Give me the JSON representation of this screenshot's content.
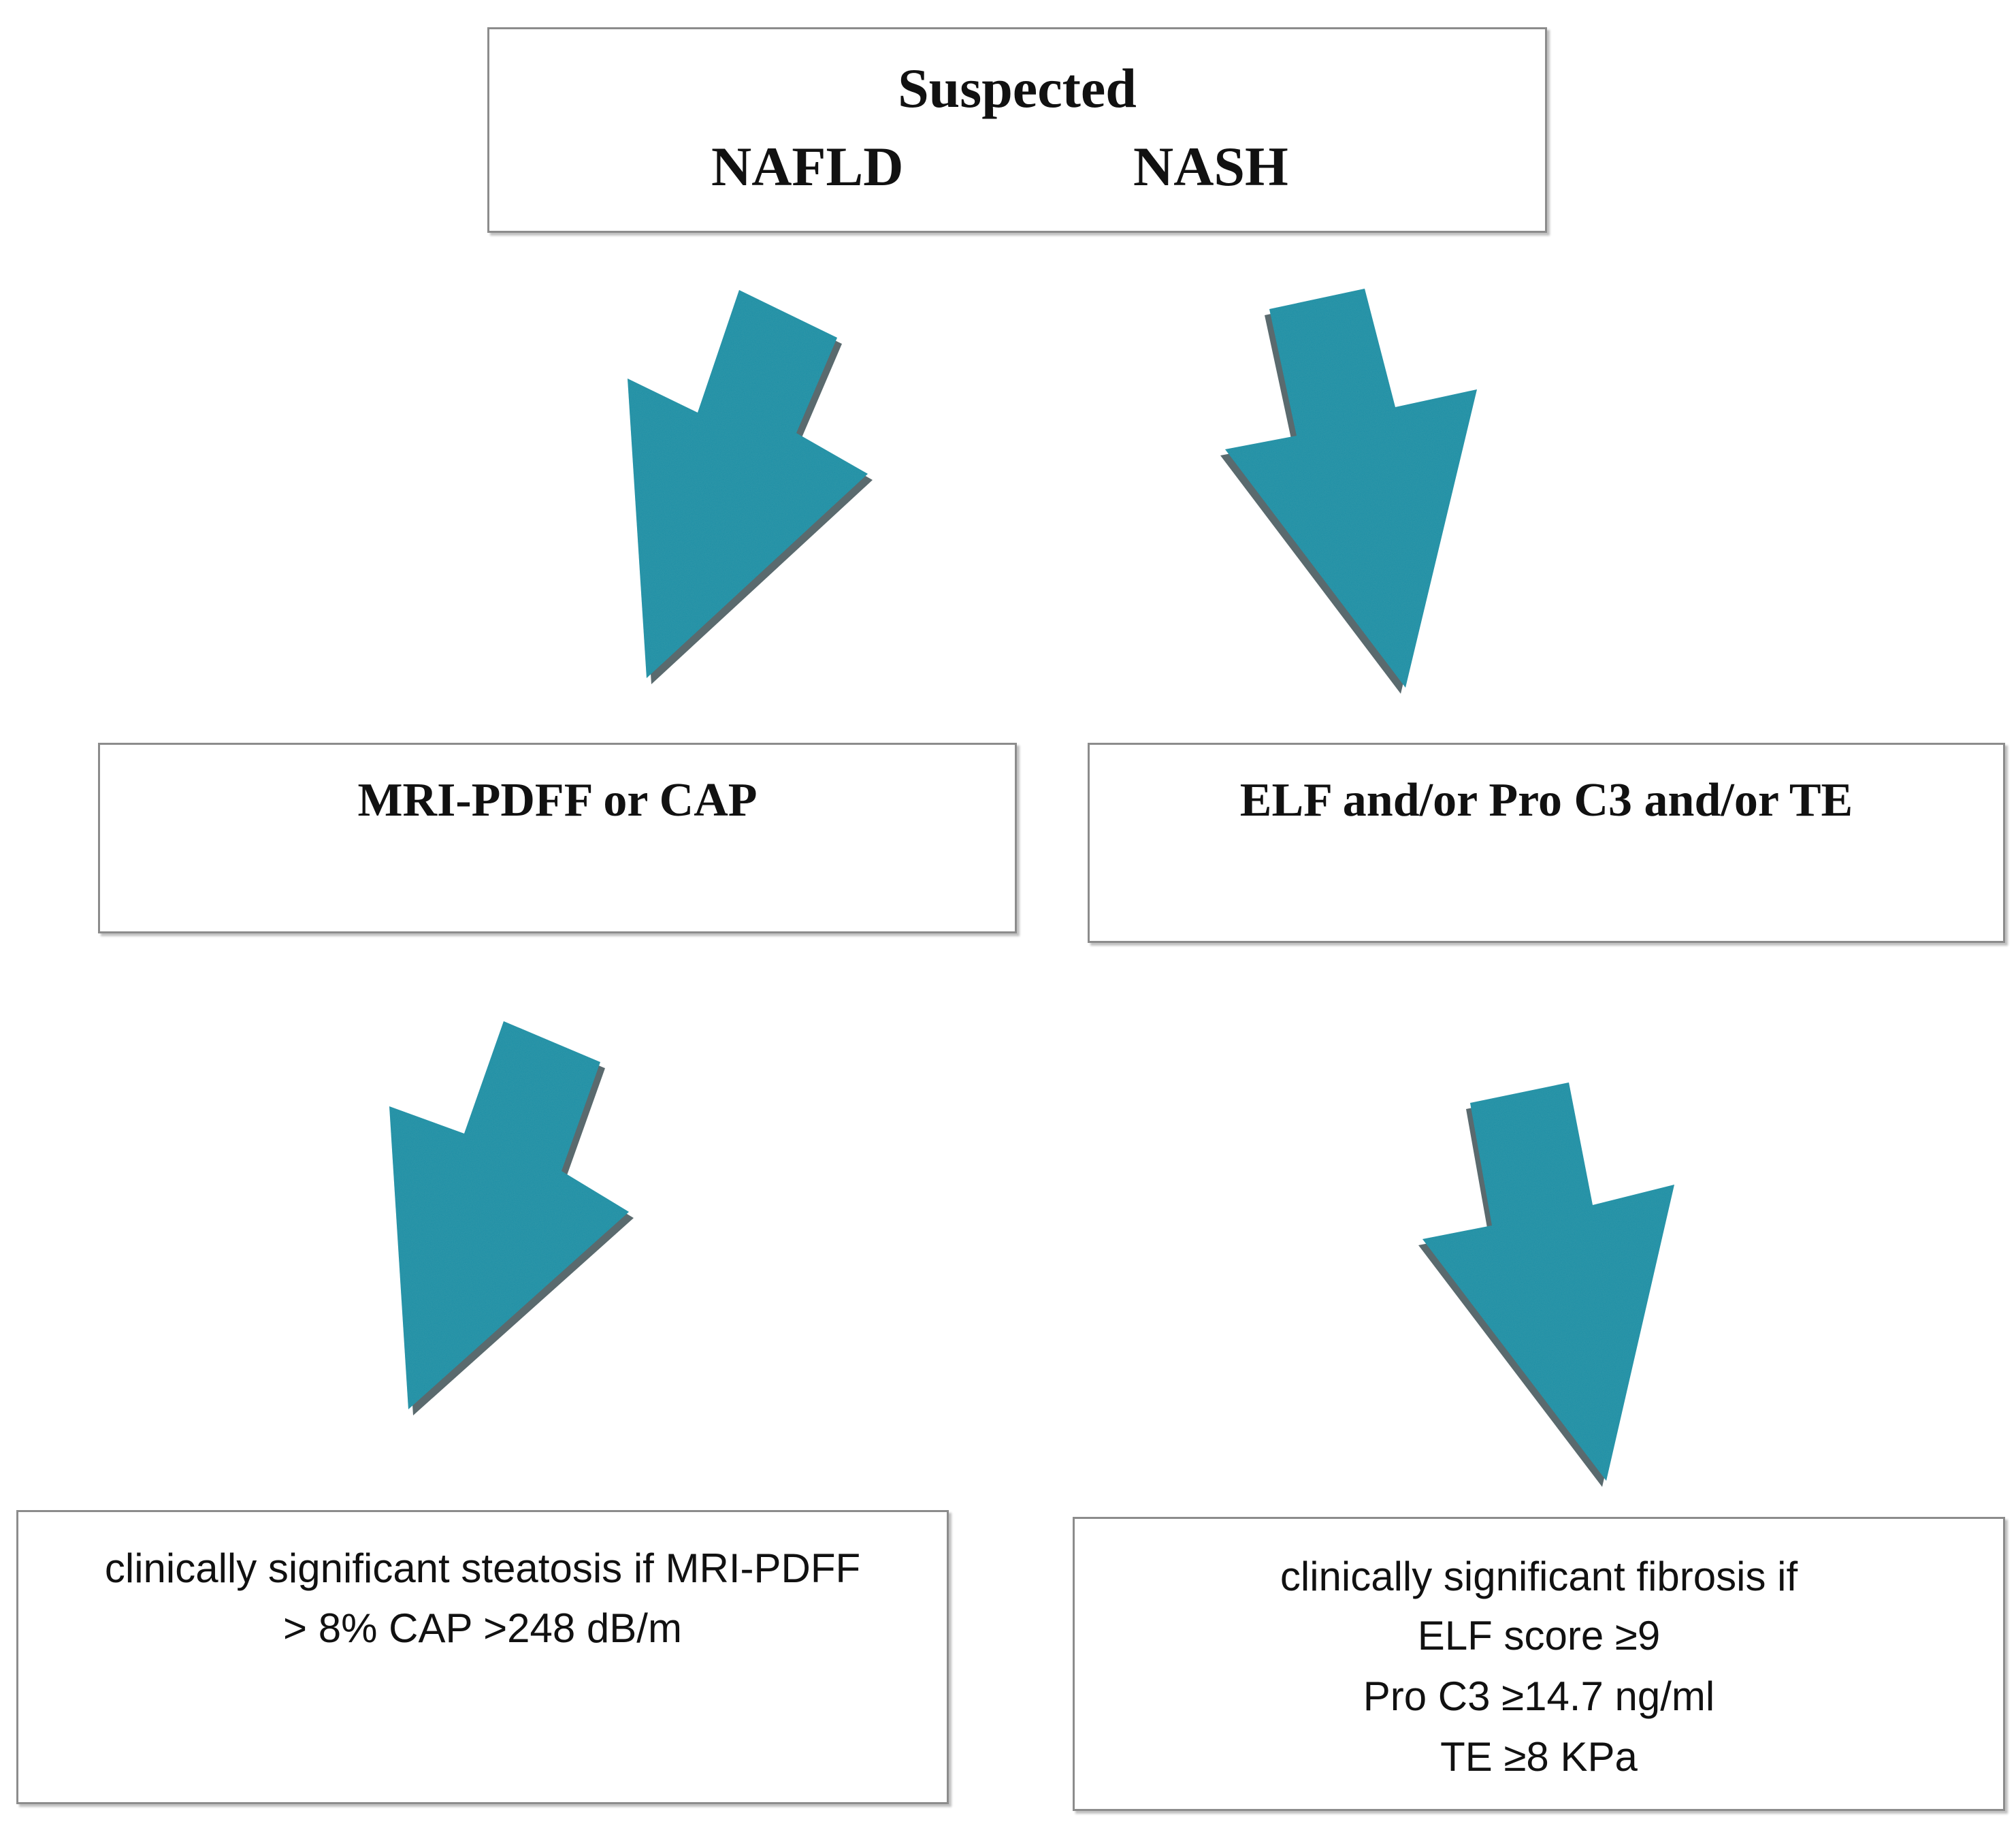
{
  "top_box": {
    "line1": "Suspected",
    "left_term": "NAFLD",
    "right_term": "NASH"
  },
  "left_middle_box": {
    "label": "MRI-PDFF or CAP"
  },
  "right_middle_box": {
    "label": "ELF and/or Pro C3 and/or TE"
  },
  "left_bottom_box": {
    "line1": "clinically significant steatosis if MRI-PDFF",
    "line2": "> 8% CAP >248 dB/m"
  },
  "right_bottom_box": {
    "line1": "clinically significant fibrosis if",
    "line2": "ELF score ≥9",
    "line3": "Pro C3 ≥14.7 ng/ml",
    "line4": "TE ≥8 KPa"
  },
  "colors": {
    "arrow": "#1f8ea5",
    "arrow_shadow": "#5a6a6e",
    "box_border": "#8c8c8c"
  },
  "icons": [
    "down-left-arrow-icon",
    "down-arrow-icon"
  ]
}
